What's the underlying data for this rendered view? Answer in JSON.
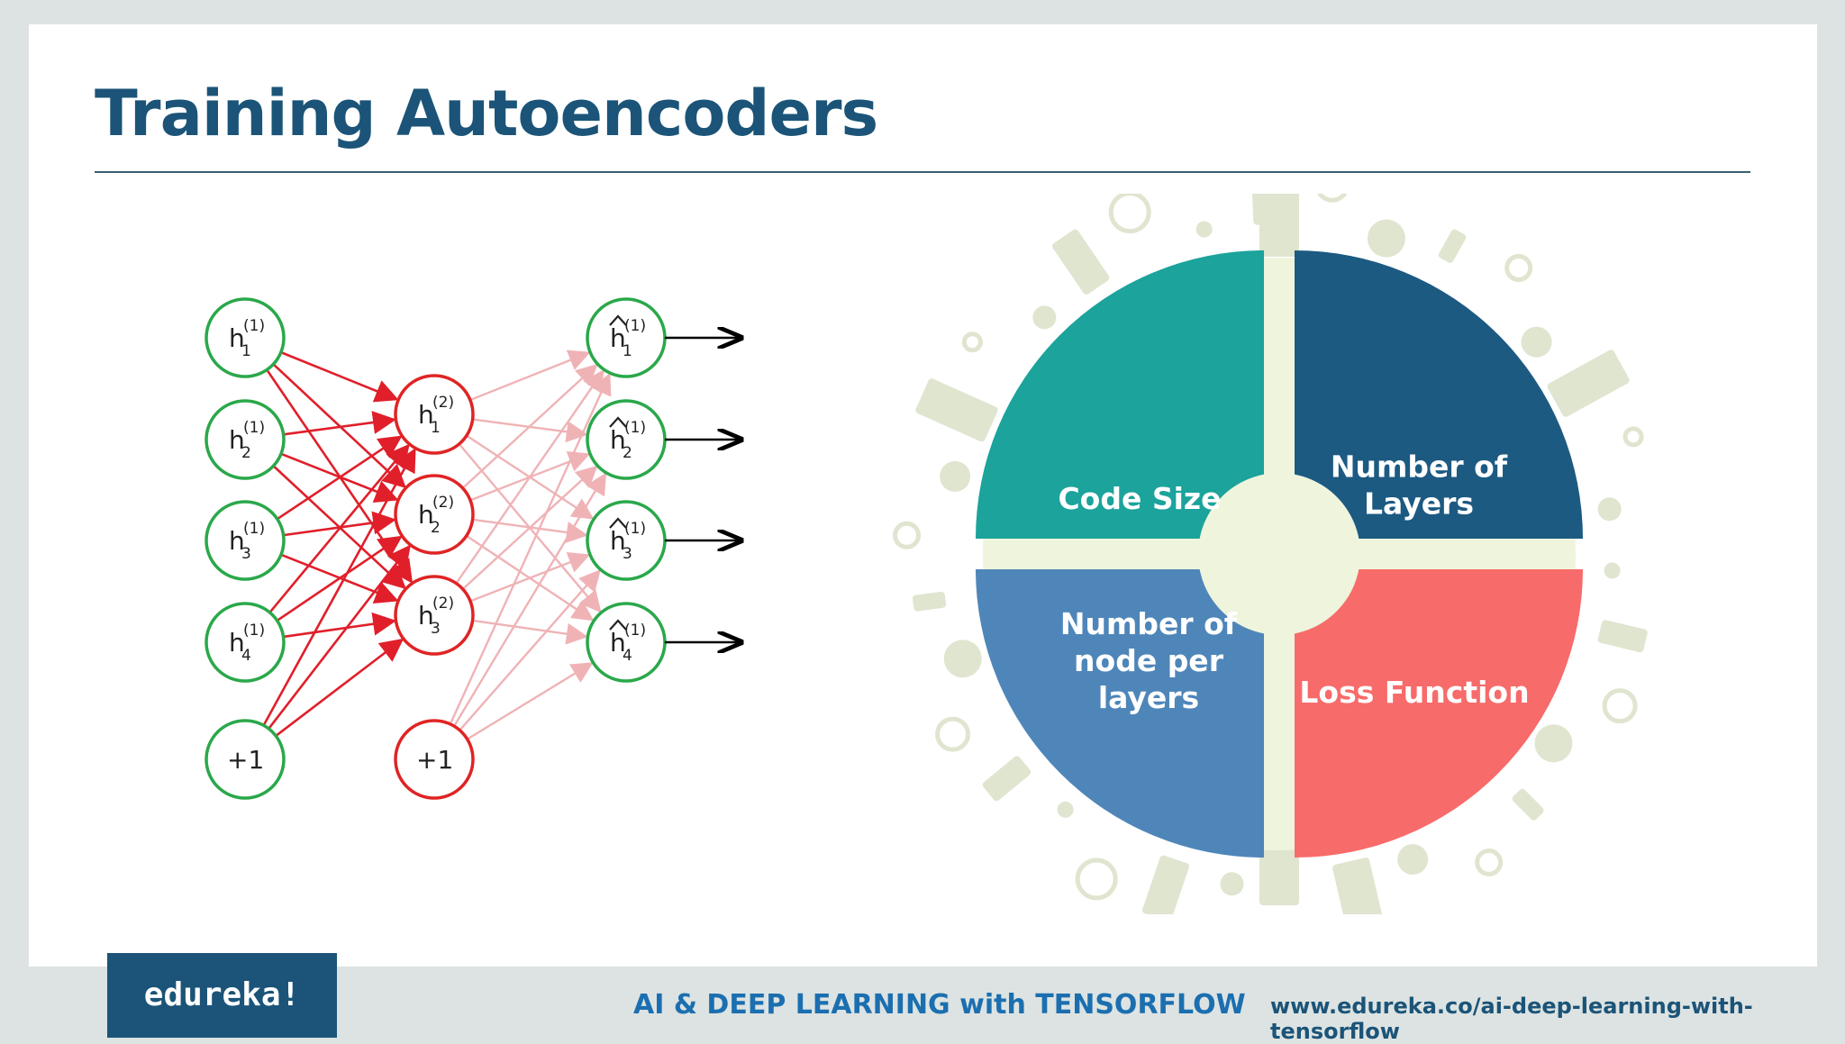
{
  "slide": {
    "title": "Training Autoencoders"
  },
  "network": {
    "input_nodes": [
      {
        "base": "h",
        "sub": "1",
        "sup": "(1)"
      },
      {
        "base": "h",
        "sub": "2",
        "sup": "(1)"
      },
      {
        "base": "h",
        "sub": "3",
        "sup": "(1)"
      },
      {
        "base": "h",
        "sub": "4",
        "sup": "(1)"
      }
    ],
    "input_bias": "+1",
    "hidden_nodes": [
      {
        "base": "h",
        "sub": "1",
        "sup": "(2)"
      },
      {
        "base": "h",
        "sub": "2",
        "sup": "(2)"
      },
      {
        "base": "h",
        "sub": "3",
        "sup": "(2)"
      }
    ],
    "hidden_bias": "+1",
    "output_nodes": [
      {
        "base": "h",
        "sub": "1",
        "sup": "(1)"
      },
      {
        "base": "h",
        "sub": "2",
        "sup": "(1)"
      },
      {
        "base": "h",
        "sub": "3",
        "sup": "(1)"
      },
      {
        "base": "h",
        "sub": "4",
        "sup": "(1)"
      }
    ],
    "colors": {
      "input_ring": "#2aa84a",
      "hidden_ring": "#e02424",
      "encoder_edges": "#e01f2a",
      "decoder_edges": "#efb3b6",
      "output_ring": "#2aa84a"
    }
  },
  "wheel": {
    "segments": [
      {
        "label_lines": [
          "Code Size"
        ],
        "color": "#1ba39c"
      },
      {
        "label_lines": [
          "Number of",
          "Layers"
        ],
        "color": "#1c5a82"
      },
      {
        "label_lines": [
          "Number of",
          "node per",
          "layers"
        ],
        "color": "#4f86b9"
      },
      {
        "label_lines": [
          "Loss Function"
        ],
        "color": "#f76b6a"
      }
    ],
    "center_color": "#eef5dc",
    "background_icon_color": "#dfe5cf"
  },
  "footer": {
    "logo": "edureka!",
    "course": "AI & DEEP LEARNING with TENSORFLOW",
    "url": "www.edureka.co/ai-deep-learning-with-tensorflow"
  }
}
